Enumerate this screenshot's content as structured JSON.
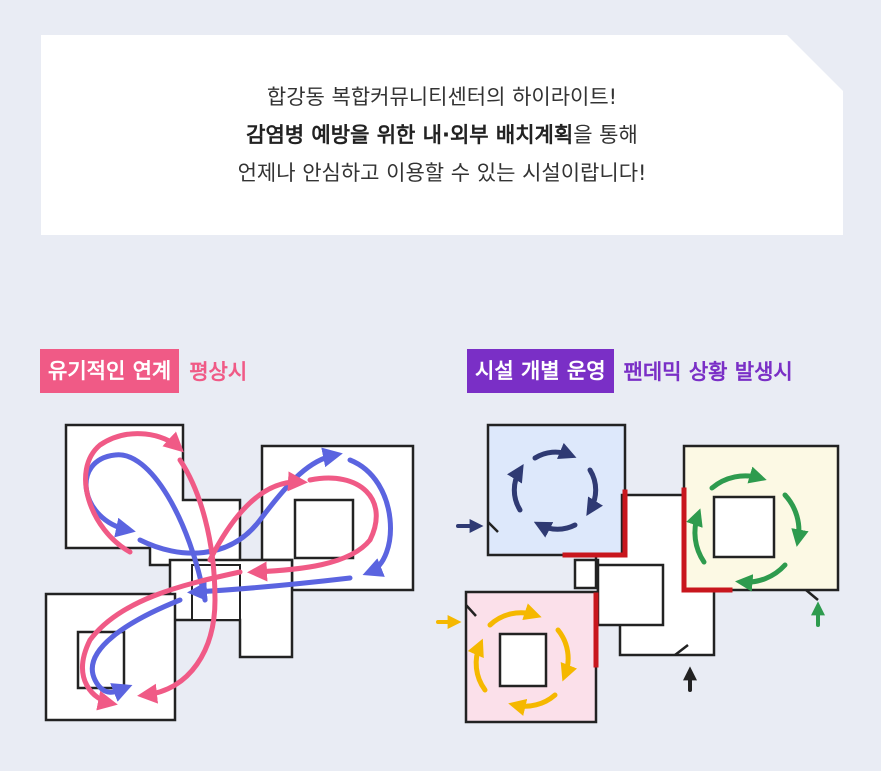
{
  "callout": {
    "line1": "합강동 복합커뮤니티센터의 하이라이트!",
    "line2_bold": "감염병 예방을 위한 내·외부 배치계획",
    "line2_rest": "을 통해",
    "line3": "언제나 안심하고 이용할 수 있는 시설이랍니다!"
  },
  "left": {
    "badge": "유기적인 연계",
    "subtitle": "평상시"
  },
  "right": {
    "badge": "시설 개별 운영",
    "subtitle": "팬데믹 상황 발생시"
  },
  "colors": {
    "pink": "#f05a86",
    "purple": "#7a2fc6",
    "blue": "#5b64e0",
    "navy": "#2f3a73",
    "green": "#2e9b4e",
    "yellow": "#f5b800",
    "red": "#c8161d",
    "zone_blue": "#dde8fb",
    "zone_pink": "#fbe0ea",
    "zone_yellow": "#fcf9e4"
  }
}
